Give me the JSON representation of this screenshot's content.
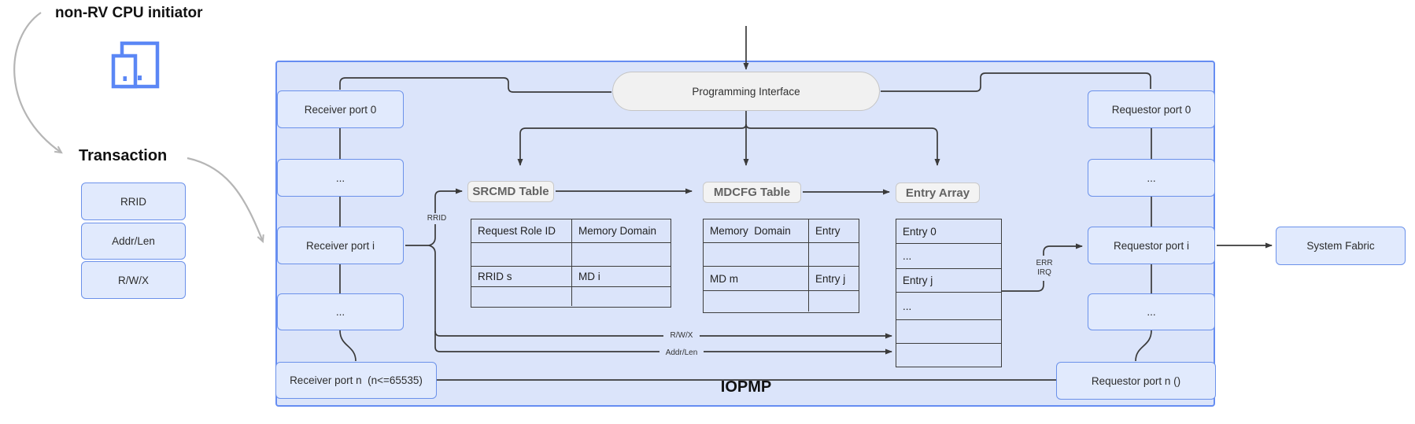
{
  "colors": {
    "accent_blue": "#5b87f5",
    "container_fill": "#dbe4fa",
    "node_fill": "#e1eafd",
    "node_border": "#6b91ea",
    "pill_fill": "#f1f1f1",
    "wire_black": "#3a3a3a",
    "wire_gray": "#b5b5b5"
  },
  "initiator": {
    "title": "non-RV CPU initiator",
    "icon": "cpu-devices-icon"
  },
  "transaction": {
    "label": "Transaction",
    "fields": [
      "RRID",
      "Addr/Len",
      "R/W/X"
    ]
  },
  "iopmp": {
    "label": "IOPMP",
    "programming_interface": "Programming Interface",
    "receiver_ports": [
      "Receiver port 0",
      "...",
      "Receiver port i",
      "...",
      "Receiver port n  (n<=65535)"
    ],
    "requestor_ports": [
      "Requestor port 0",
      "...",
      "Requestor port i",
      "...",
      "Requestor port n ()"
    ],
    "srcmd_table": {
      "label": "SRCMD Table",
      "headers": [
        "Request Role ID",
        "Memory Domain"
      ],
      "rows": [
        [
          "",
          ""
        ],
        [
          "RRID s",
          "MD i"
        ],
        [
          "",
          ""
        ]
      ]
    },
    "mdcfg_table": {
      "label": "MDCFG Table",
      "headers": [
        "Memory  Domain",
        "Entry"
      ],
      "rows": [
        [
          "",
          ""
        ],
        [
          "MD m",
          "Entry j"
        ],
        [
          "",
          ""
        ]
      ]
    },
    "entry_array": {
      "label": "Entry Array",
      "rows": [
        "Entry 0",
        "...",
        "Entry j",
        "...",
        "",
        ""
      ]
    },
    "signals": {
      "rrid": "RRID",
      "rwx": "R/W/X",
      "addr_len": "Addr/Len",
      "err": "ERR",
      "irq": "IRQ"
    }
  },
  "system_fabric": {
    "label": "System Fabric"
  }
}
